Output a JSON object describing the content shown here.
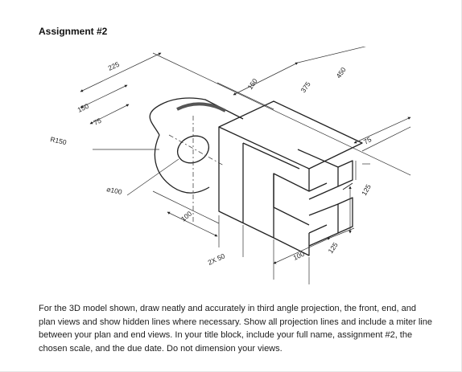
{
  "document": {
    "title": "Assignment #2",
    "instructions": "For the 3D model shown, draw neatly and accurately in third angle projection, the front, end, and plan views and show hidden lines where necessary. Show all projection lines and include a miter line between your plan and end views. In your title block, include your full name, assignment #2, the chosen scale, and the due date. Do not dimension your views."
  },
  "drawing": {
    "dimensions": {
      "d225": "225",
      "d150_left": "150",
      "d75_left": "75",
      "r150": "R150",
      "dia100": "⌀100",
      "d100_lower": "100",
      "d2x50": "2X 50",
      "d150_top": "150",
      "d375": "375",
      "d450": "450",
      "d75_right": "75",
      "d125_right": "125",
      "d100_bottom": "100",
      "d125_bottom": "125"
    }
  }
}
